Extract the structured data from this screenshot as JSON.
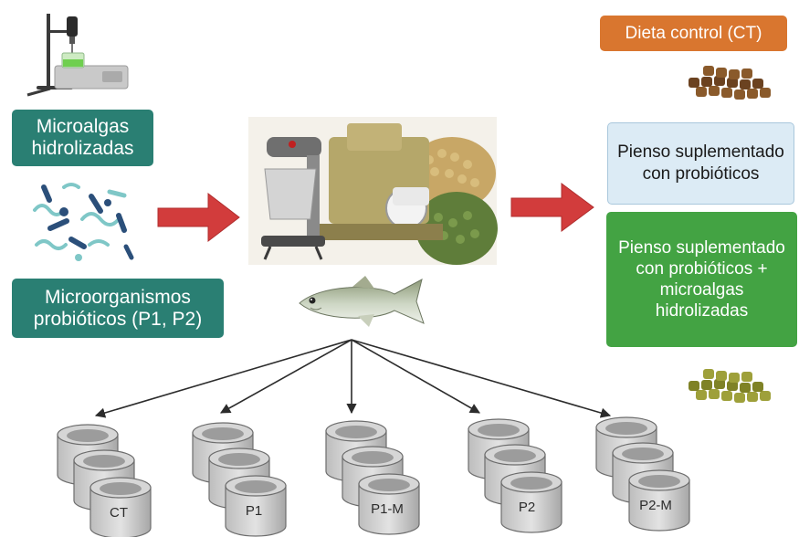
{
  "left": {
    "microalgae_box": "Microalgas hidrolizadas",
    "probiotics_box": "Microorganismos probióticos (P1, P2)"
  },
  "right": {
    "control_box": "Dieta control (CT)",
    "probiotic_feed_box": "Pienso suplementado con probióticos",
    "probiotic_microalgae_feed_box": "Pienso suplementado con probióticos + microalgas hidrolizadas"
  },
  "tanks": [
    {
      "label": "CT"
    },
    {
      "label": "P1"
    },
    {
      "label": "P1-M"
    },
    {
      "label": "P2"
    },
    {
      "label": "P2-M"
    }
  ],
  "colors": {
    "teal": "#2a7f73",
    "orange": "#d9762f",
    "light_blue": "#dcebf5",
    "green": "#43a343",
    "arrow_red": "#d23c3c",
    "pellet_brown": "#8a5a2b",
    "pellet_olive": "#9ea03a"
  },
  "icons": [
    "homogenizer-icon",
    "bacteria-icon",
    "extruder-machine-image",
    "fish-icon",
    "pellet-pile-icon",
    "tank-icon"
  ]
}
